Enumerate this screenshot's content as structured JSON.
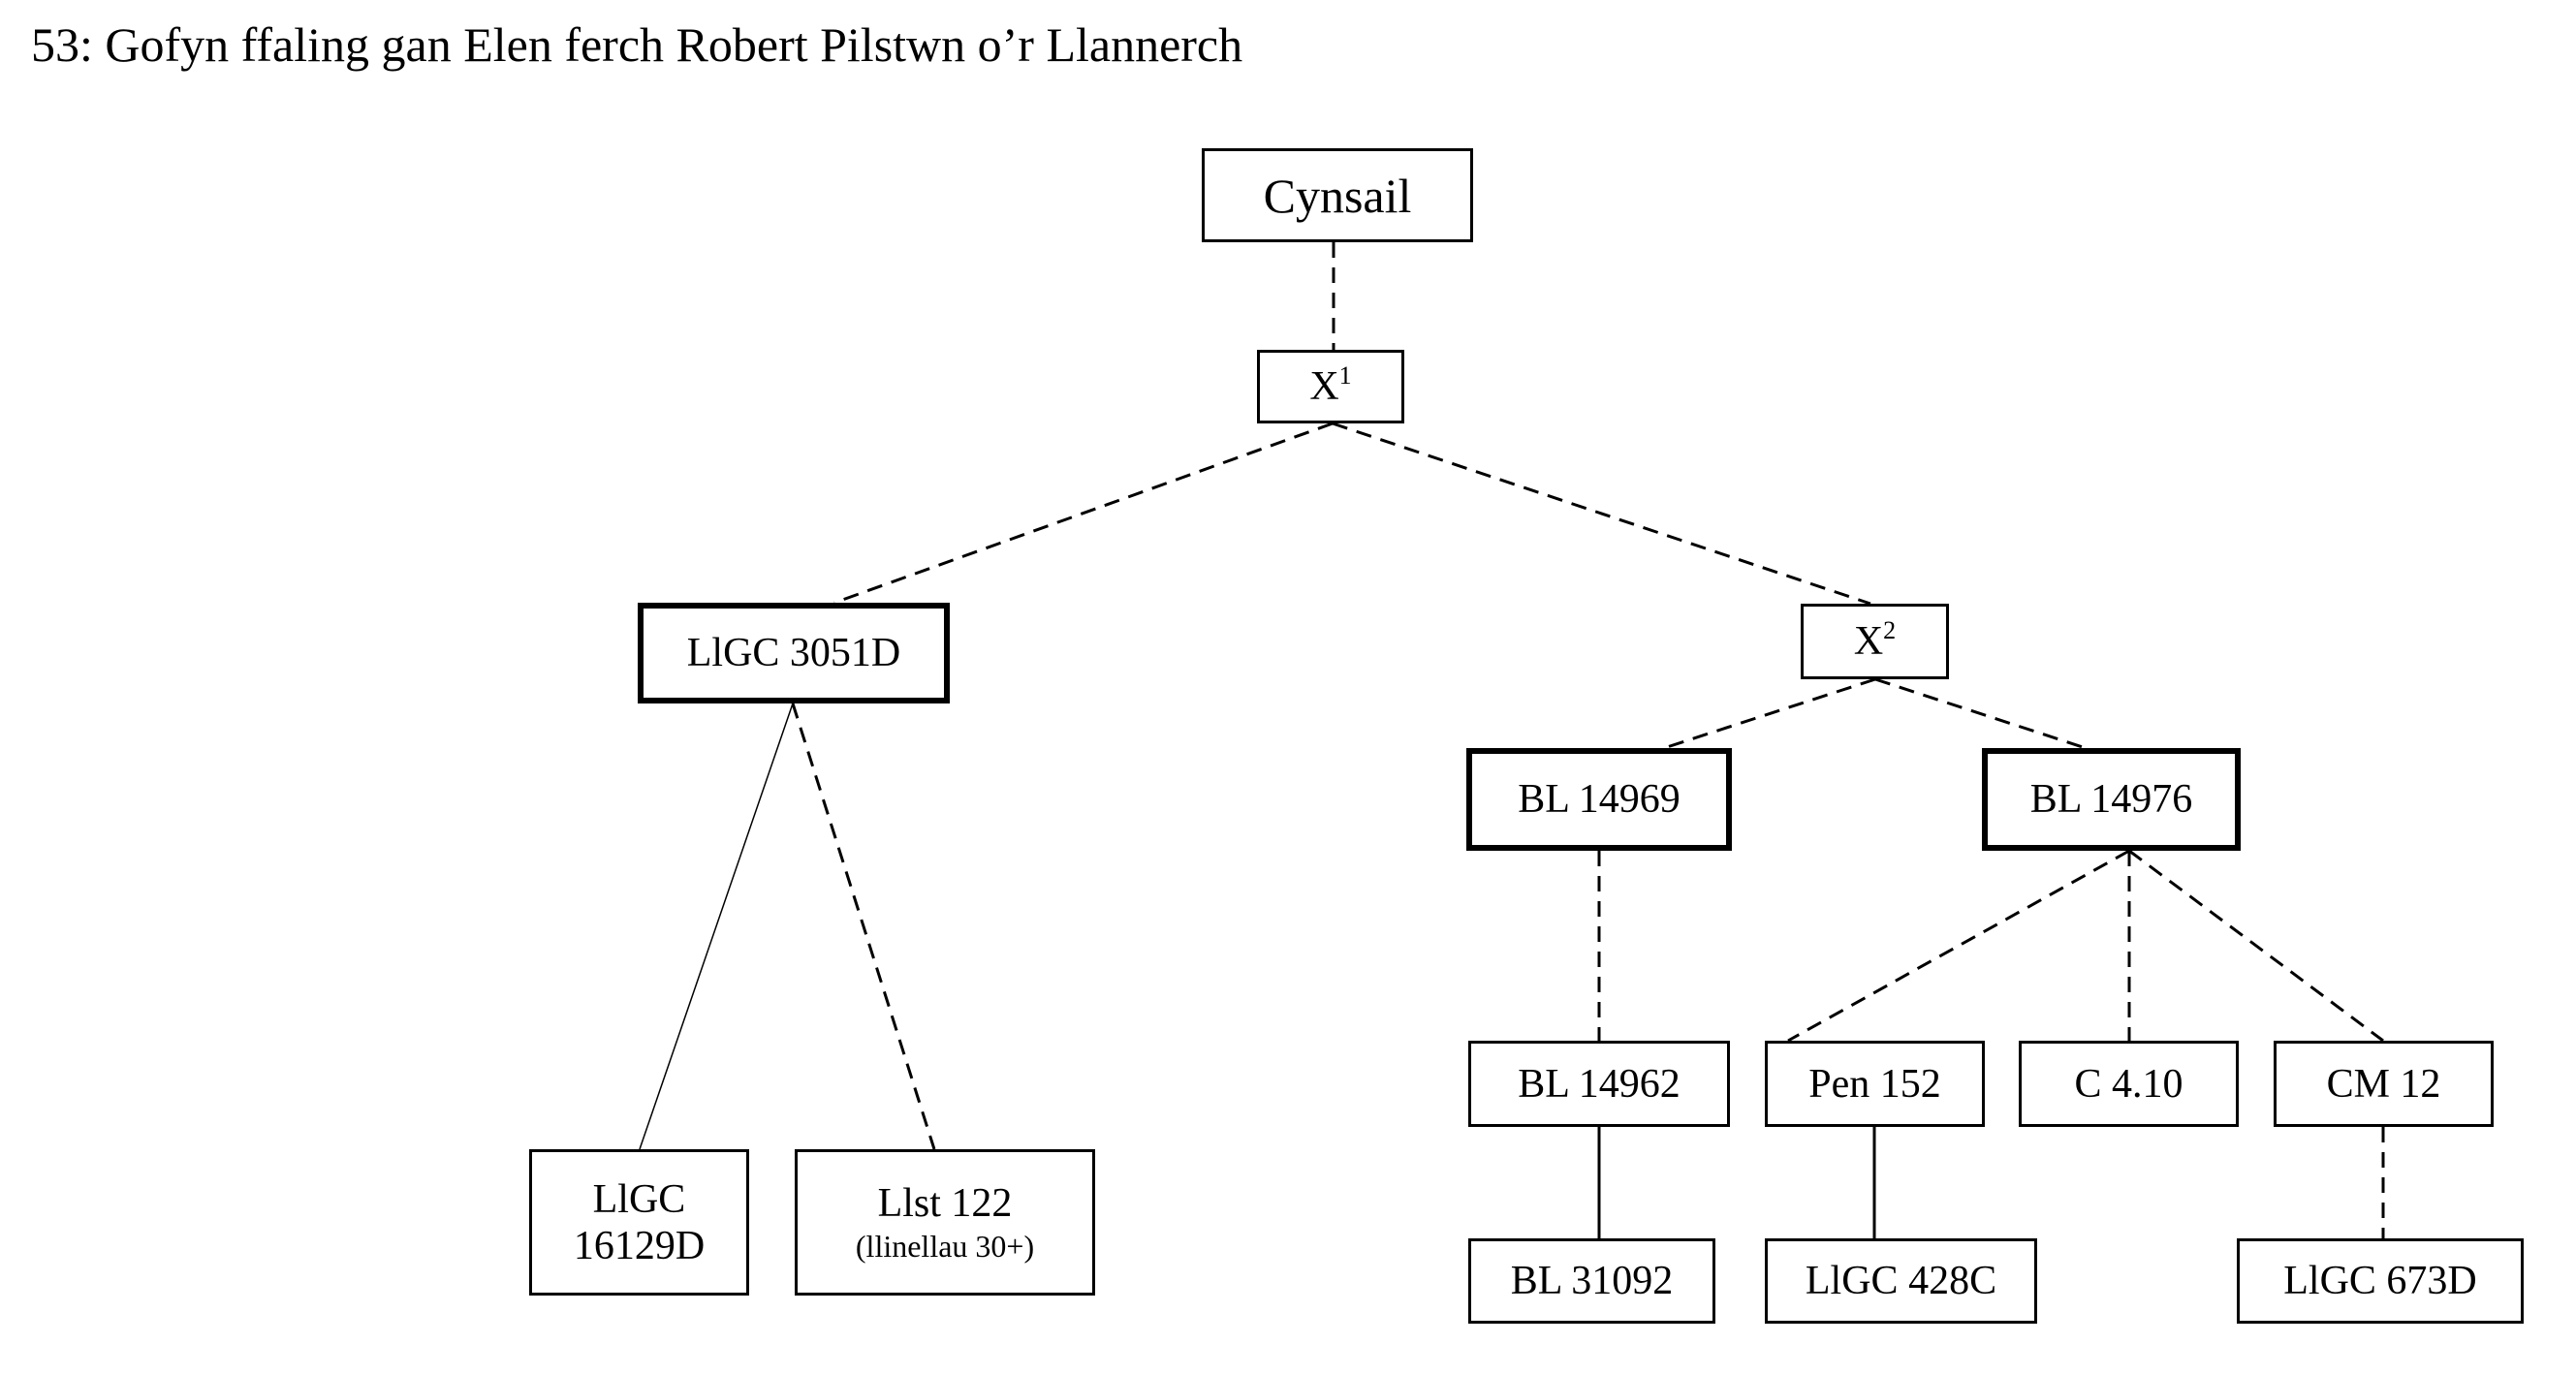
{
  "title": "53: Gofyn ffaling gan Elen ferch Robert Pilstwn o’r Llannerch",
  "nodes": {
    "cynsail": {
      "label": "Cynsail",
      "sup": ""
    },
    "x1": {
      "label": "X",
      "sup": "1"
    },
    "llgc3051d": {
      "label": "LlGC 3051D",
      "sup": ""
    },
    "x2": {
      "label": "X",
      "sup": "2"
    },
    "bl14969": {
      "label": "BL 14969",
      "sup": ""
    },
    "bl14976": {
      "label": "BL 14976",
      "sup": ""
    },
    "llgc16129d": {
      "label": "LlGC",
      "label2": "16129D"
    },
    "llst122": {
      "label": "Llst 122",
      "note": "(llinellau 30+)"
    },
    "bl14962": {
      "label": "BL 14962"
    },
    "pen152": {
      "label": "Pen 152"
    },
    "c410": {
      "label": "C 4.10"
    },
    "cm12": {
      "label": "CM 12"
    },
    "bl31092": {
      "label": "BL 31092"
    },
    "llgc428c": {
      "label": "LlGC 428C"
    },
    "llgc673d": {
      "label": "LlGC 673D"
    }
  },
  "edges": [
    {
      "from": "cynsail",
      "to": "x1",
      "style": "dashed"
    },
    {
      "from": "x1",
      "to": "llgc3051d",
      "style": "dashed"
    },
    {
      "from": "x1",
      "to": "x2",
      "style": "dashed"
    },
    {
      "from": "llgc3051d",
      "to": "llgc16129d",
      "style": "solid-thin"
    },
    {
      "from": "llgc3051d",
      "to": "llst122",
      "style": "dashed"
    },
    {
      "from": "x2",
      "to": "bl14969",
      "style": "dashed"
    },
    {
      "from": "x2",
      "to": "bl14976",
      "style": "dashed"
    },
    {
      "from": "bl14969",
      "to": "bl14962",
      "style": "dashed"
    },
    {
      "from": "bl14976",
      "to": "pen152",
      "style": "dashed"
    },
    {
      "from": "bl14976",
      "to": "c410",
      "style": "dashed"
    },
    {
      "from": "bl14976",
      "to": "cm12",
      "style": "dashed"
    },
    {
      "from": "bl14962",
      "to": "bl31092",
      "style": "solid"
    },
    {
      "from": "pen152",
      "to": "llgc428c",
      "style": "solid"
    },
    {
      "from": "cm12",
      "to": "llgc673d",
      "style": "dashed"
    }
  ]
}
